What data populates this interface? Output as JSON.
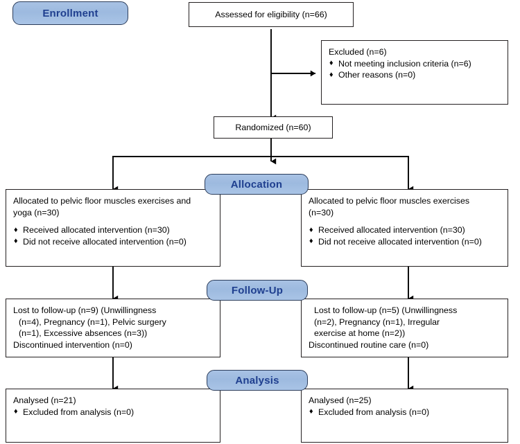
{
  "diagram": {
    "type": "consort-flow-diagram",
    "title": "CONSORT Participant Flow Diagram",
    "colors": {
      "badge_fill": "#a5c0e3",
      "badge_border": "#2b3c5a",
      "badge_text": "#1f3f8f",
      "box_border": "#231f20",
      "box_fill": "#ffffff",
      "connector": "#000000",
      "page_background": "#ffffff"
    },
    "bullet_glyph": "♦"
  },
  "stages": [
    {
      "id": "enrollment",
      "label": "Enrollment"
    },
    {
      "id": "allocation",
      "label": "Allocation"
    },
    {
      "id": "followup",
      "label": "Follow-Up"
    },
    {
      "id": "analysis",
      "label": "Analysis"
    }
  ],
  "nodes": {
    "assessed": {
      "label": "Assessed for eligibility (n=66)"
    },
    "excluded": {
      "heading": "Excluded (n=6)",
      "bullets": [
        "Not meeting inclusion criteria (n=6)",
        "Other reasons (n=0)"
      ]
    },
    "randomized": {
      "label": "Randomized (n=60)"
    },
    "allocation_left": {
      "heading_line1": "Allocated to pelvic floor muscles exercises and",
      "heading_line2": "yoga (n=30)",
      "bullets": [
        "Received allocated intervention (n=30)",
        "Did not receive allocated intervention (n=0)"
      ]
    },
    "allocation_right": {
      "heading_line1": "Allocated to pelvic floor muscles exercises",
      "heading_line2": "(n=30)",
      "bullets": [
        "Received allocated intervention (n=30)",
        "Did not receive allocated intervention (n=0)"
      ]
    },
    "followup_left": {
      "line1": "Lost to follow-up (n=9) (Unwillingness",
      "line2": "(n=4), Pregnancy (n=1), Pelvic surgery",
      "line3": "(n=1), Excessive absences (n=3))",
      "line4": "Discontinued intervention (n=0)"
    },
    "followup_right": {
      "line1": "Lost to follow-up (n=5) (Unwillingness",
      "line2": "(n=2), Pregnancy (n=1), Irregular",
      "line3": "exercise at home (n=2))",
      "line4": "Discontinued routine care (n=0)"
    },
    "analysis_left": {
      "heading": "Analysed (n=21)",
      "bullets": [
        "Excluded from analysis (n=0)"
      ]
    },
    "analysis_right": {
      "heading": "Analysed (n=25)",
      "bullets": [
        "Excluded from analysis (n=0)"
      ]
    }
  }
}
